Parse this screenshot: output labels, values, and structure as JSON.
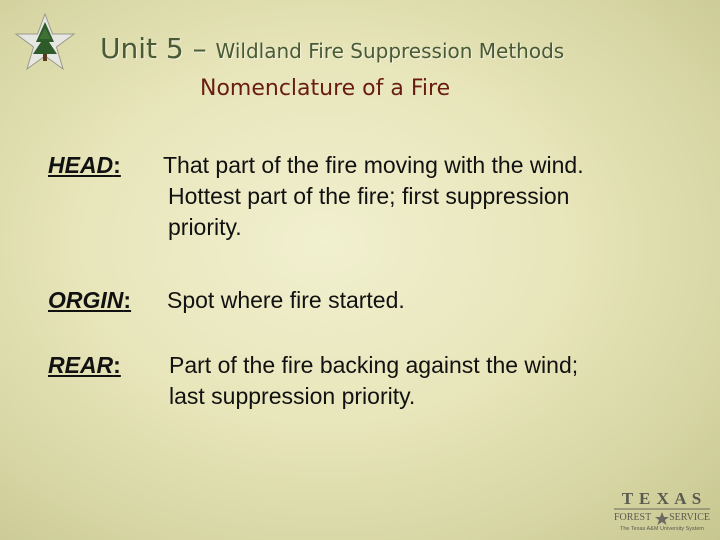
{
  "header": {
    "title_main": "Unit 5 – ",
    "title_sub": "Wildland Fire Suppression Methods",
    "subtitle": "Nomenclature of a Fire"
  },
  "terms": [
    {
      "term": "HEAD",
      "colon": ":",
      "definition": [
        "That part of the fire moving with the wind.",
        "Hottest part of the fire; first suppression",
        "priority."
      ]
    },
    {
      "term": "ORGIN",
      "colon": ":",
      "definition": [
        "Spot where fire started."
      ]
    },
    {
      "term": "REAR",
      "colon": ":",
      "definition": [
        "Part of the fire backing against the wind;",
        "last suppression priority."
      ]
    }
  ],
  "logo": {
    "line1": "T E X A S",
    "line2_left": "FOREST",
    "line2_right": "SERVICE",
    "line3": "The Texas A&M University System"
  },
  "colors": {
    "title": "#4a5a35",
    "subtitle": "#6a1c12",
    "star": "#e8e8e8",
    "tree": "#2f5b2a"
  },
  "icons": {
    "emblem": "star-tree-icon"
  }
}
